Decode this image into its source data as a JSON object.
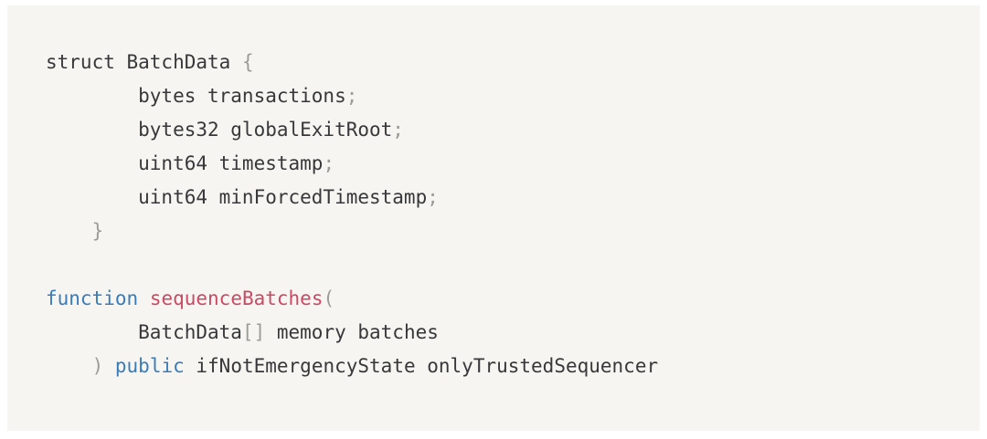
{
  "page": {
    "background_color": "#ffffff",
    "code_block_background": "#f6f5f1"
  },
  "theme": {
    "text_color": "#38383a",
    "punctuation_color": "#9b9b97",
    "keyword_color": "#3a7cb8",
    "function_color": "#ca4a63",
    "language": "solidity"
  },
  "code_block": {
    "lines": [
      {
        "id": "line-1",
        "tokens": [
          {
            "text": "struct BatchData ",
            "type": "plain"
          },
          {
            "text": "{",
            "type": "punct"
          }
        ]
      },
      {
        "id": "line-2",
        "tokens": [
          {
            "text": "        bytes transactions",
            "type": "plain"
          },
          {
            "text": ";",
            "type": "punct"
          }
        ]
      },
      {
        "id": "line-3",
        "tokens": [
          {
            "text": "        bytes32 globalExitRoot",
            "type": "plain"
          },
          {
            "text": ";",
            "type": "punct"
          }
        ]
      },
      {
        "id": "line-4",
        "tokens": [
          {
            "text": "        uint64 timestamp",
            "type": "plain"
          },
          {
            "text": ";",
            "type": "punct"
          }
        ]
      },
      {
        "id": "line-5",
        "tokens": [
          {
            "text": "        uint64 minForcedTimestamp",
            "type": "plain"
          },
          {
            "text": ";",
            "type": "punct"
          }
        ]
      },
      {
        "id": "line-6",
        "tokens": [
          {
            "text": "    ",
            "type": "plain"
          },
          {
            "text": "}",
            "type": "punct"
          }
        ]
      },
      {
        "id": "line-7",
        "tokens": []
      },
      {
        "id": "line-8",
        "tokens": [
          {
            "text": "function",
            "type": "keyword"
          },
          {
            "text": " ",
            "type": "plain"
          },
          {
            "text": "sequenceBatches",
            "type": "function"
          },
          {
            "text": "(",
            "type": "punct"
          }
        ]
      },
      {
        "id": "line-9",
        "tokens": [
          {
            "text": "        BatchData",
            "type": "plain"
          },
          {
            "text": "[]",
            "type": "punct"
          },
          {
            "text": " memory batches",
            "type": "plain"
          }
        ]
      },
      {
        "id": "line-10",
        "tokens": [
          {
            "text": "    ",
            "type": "plain"
          },
          {
            "text": ")",
            "type": "punct"
          },
          {
            "text": " ",
            "type": "plain"
          },
          {
            "text": "public",
            "type": "keyword"
          },
          {
            "text": " ifNotEmergencyState onlyTrustedSequencer",
            "type": "plain"
          }
        ]
      }
    ]
  }
}
